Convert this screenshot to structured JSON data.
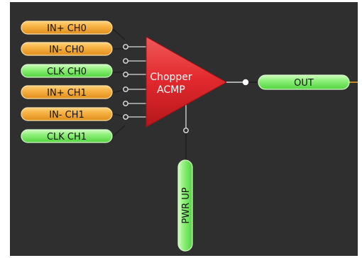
{
  "block": {
    "line1": "Chopper",
    "line2": "ACMP",
    "color": "#e52a2d"
  },
  "inputs": [
    {
      "label": "IN+ CH0",
      "kind": "analog"
    },
    {
      "label": "IN- CH0",
      "kind": "analog"
    },
    {
      "label": "CLK CH0",
      "kind": "digital"
    },
    {
      "label": "IN+ CH1",
      "kind": "analog"
    },
    {
      "label": "IN- CH1",
      "kind": "analog"
    },
    {
      "label": "CLK CH1",
      "kind": "digital"
    }
  ],
  "output": {
    "label": "OUT"
  },
  "power": {
    "label": "PWR UP"
  },
  "colors": {
    "analog_fill": "#f2a93b",
    "analog_stroke": "#f8d68d",
    "digital_fill": "#7fe86f",
    "digital_stroke": "#caf6bb",
    "background": "#2f2f2f",
    "wire_dark": "#1e1e1e",
    "wire_light": "#d9d9d9",
    "orange_wire": "#f39c27"
  }
}
